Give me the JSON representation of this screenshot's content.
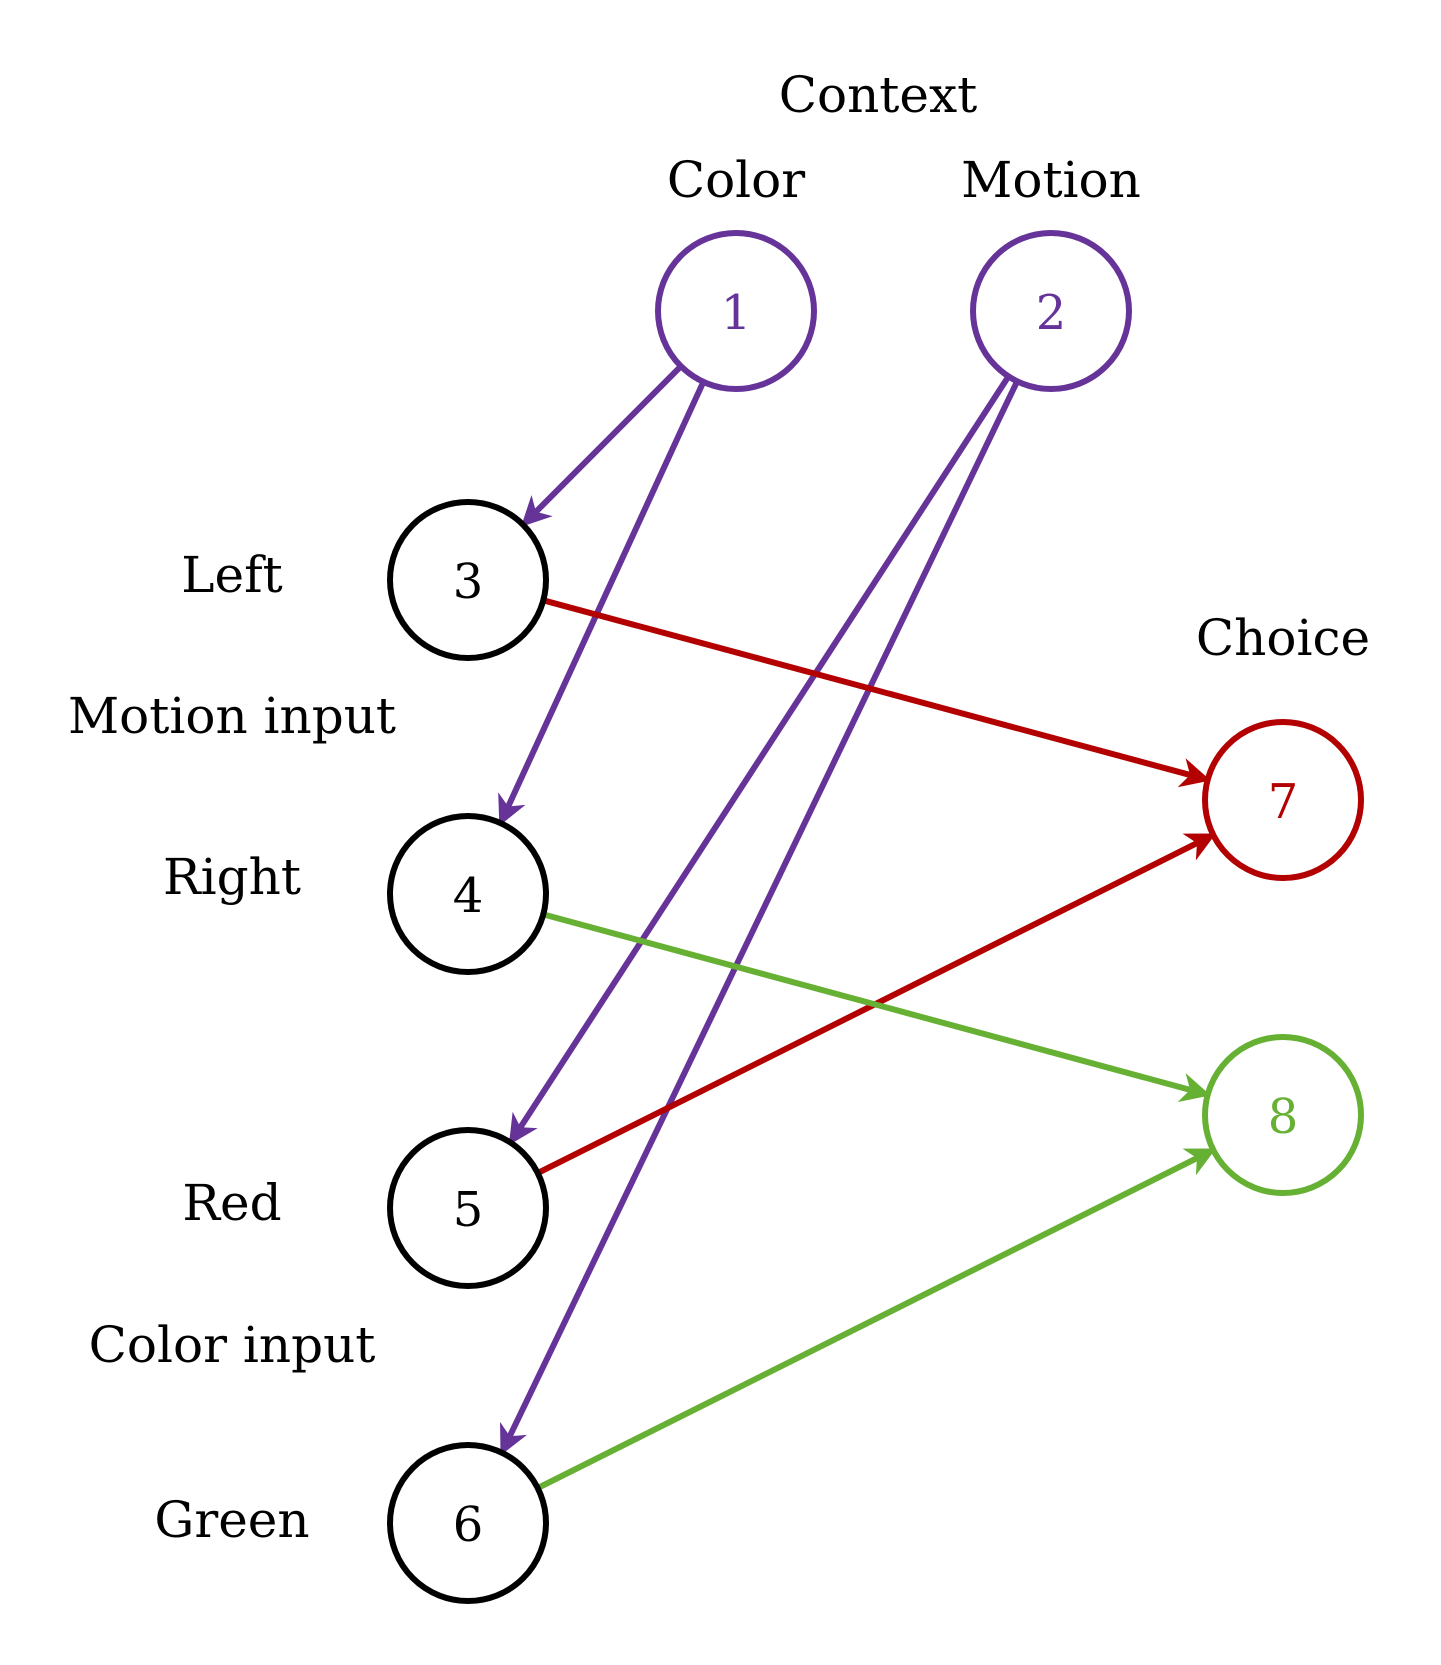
{
  "colors": {
    "context": "#663399",
    "input": "#000000",
    "red": "#b30000",
    "green": "#66b033"
  },
  "headers": {
    "context": "Context",
    "color": "Color",
    "motion": "Motion",
    "choice": "Choice"
  },
  "labels": {
    "left": "Left",
    "motion_input": "Motion input",
    "right": "Right",
    "red": "Red",
    "color_input": "Color input",
    "green": "Green"
  },
  "nodes": [
    {
      "id": "1",
      "label": "1",
      "color": "#663399"
    },
    {
      "id": "2",
      "label": "2",
      "color": "#663399"
    },
    {
      "id": "3",
      "label": "3",
      "color": "#000000"
    },
    {
      "id": "4",
      "label": "4",
      "color": "#000000"
    },
    {
      "id": "5",
      "label": "5",
      "color": "#000000"
    },
    {
      "id": "6",
      "label": "6",
      "color": "#000000"
    },
    {
      "id": "7",
      "label": "7",
      "color": "#b30000"
    },
    {
      "id": "8",
      "label": "8",
      "color": "#66b033"
    }
  ],
  "edges": [
    {
      "from": "1",
      "to": "3",
      "color": "#663399"
    },
    {
      "from": "1",
      "to": "4",
      "color": "#663399"
    },
    {
      "from": "2",
      "to": "5",
      "color": "#663399"
    },
    {
      "from": "2",
      "to": "6",
      "color": "#663399"
    },
    {
      "from": "3",
      "to": "7",
      "color": "#b30000"
    },
    {
      "from": "5",
      "to": "7",
      "color": "#b30000"
    },
    {
      "from": "4",
      "to": "8",
      "color": "#66b033"
    },
    {
      "from": "6",
      "to": "8",
      "color": "#66b033"
    }
  ]
}
